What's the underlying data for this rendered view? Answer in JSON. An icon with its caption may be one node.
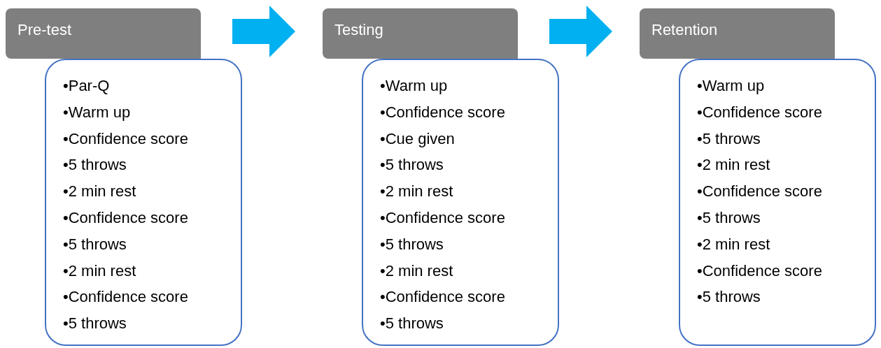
{
  "diagram": {
    "nodes": [
      {
        "text": [
          "Pre-test"
        ]
      },
      {
        "text": [
          "•Par-Q",
          "•Warm up",
          "•Confidence score",
          "•5 throws",
          "•2 min rest",
          "•Confidence score",
          "•5 throws",
          "•2 min rest",
          "•Confidence score",
          "•5 throws"
        ]
      },
      {
        "text": [
          "Testing"
        ]
      },
      {
        "text": [
          "•Warm up",
          "•Confidence score",
          "•Cue given",
          "•5 throws",
          "•2 min rest",
          "•Confidence score",
          "•5 throws",
          "•2 min rest",
          "•Confidence score",
          "•5 throws"
        ]
      },
      {
        "text": [
          "Retention"
        ]
      },
      {
        "text": [
          "•Warm up",
          "•Confidence score",
          "•5 throws",
          "•2 min rest",
          "•Confidence score",
          "•5 throws",
          "•2 min rest",
          "•Confidence score",
          "•5 throws"
        ]
      }
    ],
    "edges": [
      {
        "from": 0,
        "to": 2,
        "arrow": "to"
      },
      {
        "from": 2,
        "to": 4,
        "arrow": "to"
      }
    ]
  }
}
